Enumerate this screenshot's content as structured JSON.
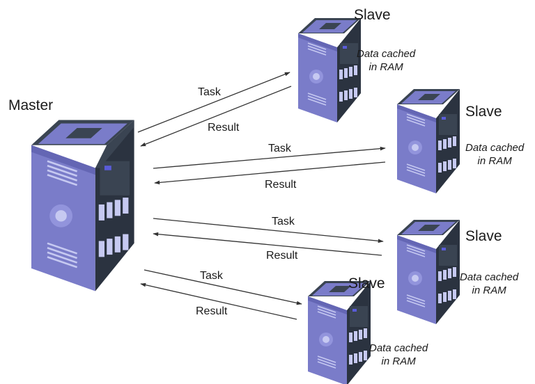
{
  "master": {
    "label": "Master"
  },
  "slaves": [
    {
      "label": "Slave",
      "note_line1": "Data cached",
      "note_line2": "in RAM"
    },
    {
      "label": "Slave",
      "note_line1": "Data cached",
      "note_line2": "in RAM"
    },
    {
      "label": "Slave",
      "note_line1": "Data cached",
      "note_line2": "in RAM"
    },
    {
      "label": "Slave",
      "note_line1": "Data cached",
      "note_line2": "in RAM"
    }
  ],
  "links": [
    {
      "task_label": "Task",
      "result_label": "Result"
    },
    {
      "task_label": "Task",
      "result_label": "Result"
    },
    {
      "task_label": "Task",
      "result_label": "Result"
    },
    {
      "task_label": "Task",
      "result_label": "Result"
    }
  ],
  "colors": {
    "frame_dark": "#2b3340",
    "frame_mid": "#3a4452",
    "side_purple": "#7a7cc9",
    "side_purple_dark": "#6466b4",
    "top_purple": "#8d8fd6",
    "bay_light": "#c6c9f1",
    "accent_blue": "#5a5cd8",
    "arrow": "#333333",
    "text": "#1a1a1a"
  }
}
